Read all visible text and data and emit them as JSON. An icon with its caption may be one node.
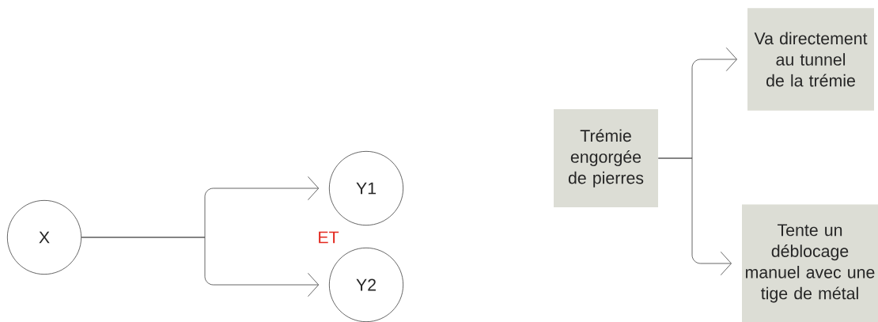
{
  "diagram": {
    "nodes": [
      {
        "text": [
          "X"
        ]
      },
      {
        "text": [
          "Y1"
        ]
      },
      {
        "text": [
          "Y2"
        ]
      },
      {
        "text": [
          "Trémie engorgée de pierres"
        ]
      },
      {
        "text": [
          "Va directement au tunnel de la trémie"
        ]
      },
      {
        "text": [
          "Tente un déblocage manuel avec une tige de métal"
        ]
      }
    ],
    "edges": [
      {
        "from": 0,
        "to": 1,
        "arrow": "to"
      },
      {
        "from": 0,
        "to": 2,
        "arrow": "to"
      },
      {
        "from": 3,
        "to": 4,
        "arrow": "to"
      },
      {
        "from": 3,
        "to": 5,
        "arrow": "to"
      }
    ],
    "labels": [
      "ET"
    ]
  }
}
